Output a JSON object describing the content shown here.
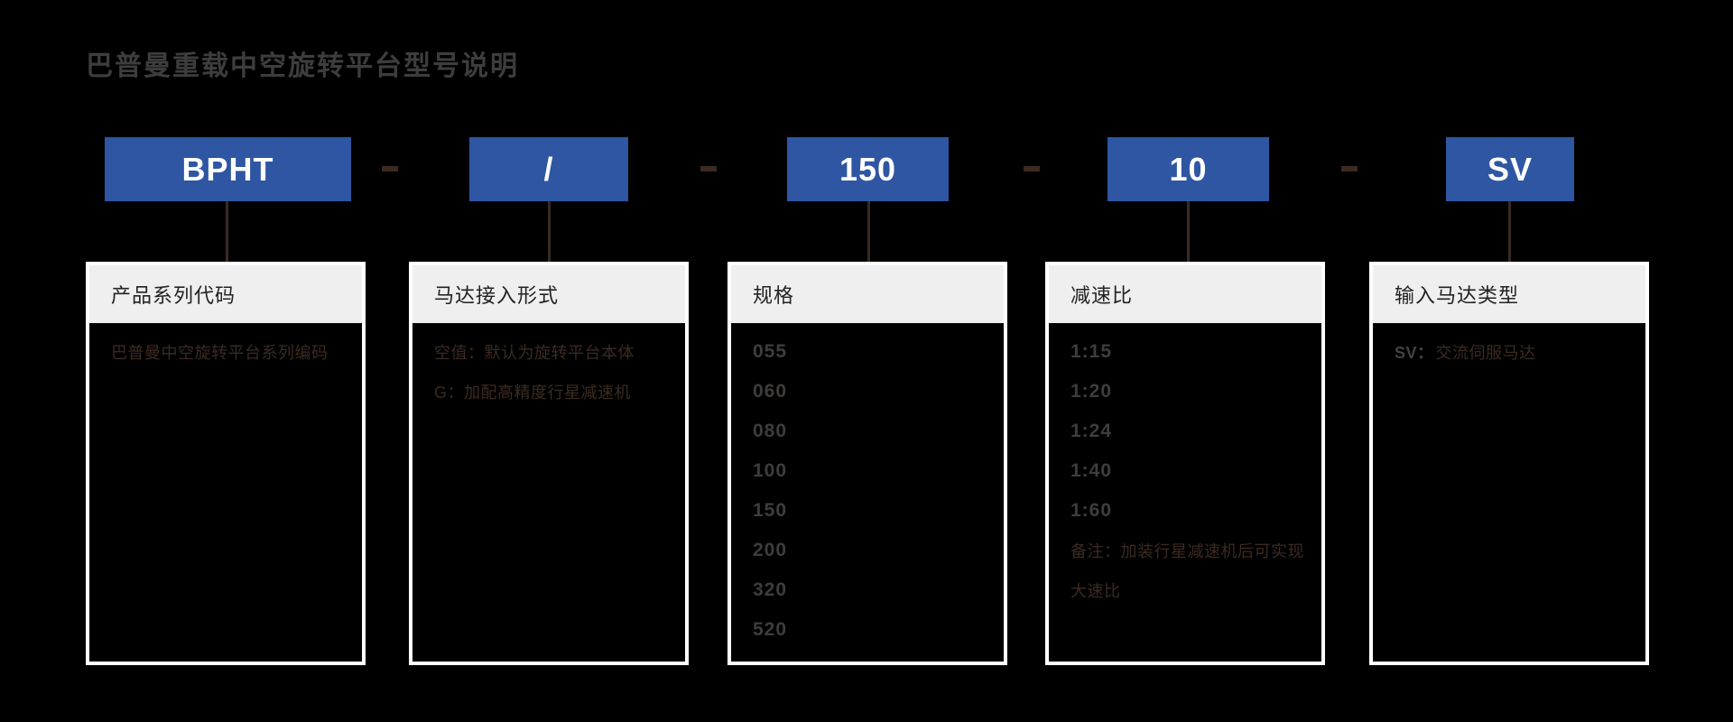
{
  "title": "巴普曼重载中空旋转平台型号说明",
  "model_code": {
    "separator": "-",
    "segments": [
      "BPHT",
      "/",
      "150",
      "10",
      "SV"
    ]
  },
  "panels": [
    {
      "header": "产品系列代码",
      "lines": [
        {
          "text": "巴普曼中空旋转平台系列编码"
        }
      ]
    },
    {
      "header": "马达接入形式",
      "lines": [
        {
          "text": "空值：默认为旋转平台本体"
        },
        {
          "text": "G：加配高精度行星减速机"
        }
      ]
    },
    {
      "header": "规格",
      "lines": [
        {
          "text": "055"
        },
        {
          "text": "060"
        },
        {
          "text": "080"
        },
        {
          "text": "100"
        },
        {
          "text": "150"
        },
        {
          "text": "200"
        },
        {
          "text": "320"
        },
        {
          "text": "520"
        }
      ]
    },
    {
      "header": "减速比",
      "lines": [
        {
          "text": "1:15"
        },
        {
          "text": "1:20"
        },
        {
          "text": "1:24"
        },
        {
          "text": "1:40"
        },
        {
          "text": "1:60"
        },
        {
          "text": "备注：加装行星减速机后可实现"
        },
        {
          "text": "大速比"
        }
      ]
    },
    {
      "header": "输入马达类型",
      "lines": [
        {
          "prefix": "SV：",
          "text": "交流伺服马达"
        }
      ]
    }
  ],
  "colors": {
    "background": "#000000",
    "accent_blue": "#2e56a3",
    "segment_text": "#ffffff",
    "connector_brown": "#3a2a22",
    "panel_border": "#ffffff",
    "panel_header_bg": "#f0efef",
    "panel_header_text": "#222222",
    "dim_brown_text": "#3c2a21",
    "dim_gray_text": "#3f3d3c",
    "title_text": "#3d3d3d"
  }
}
